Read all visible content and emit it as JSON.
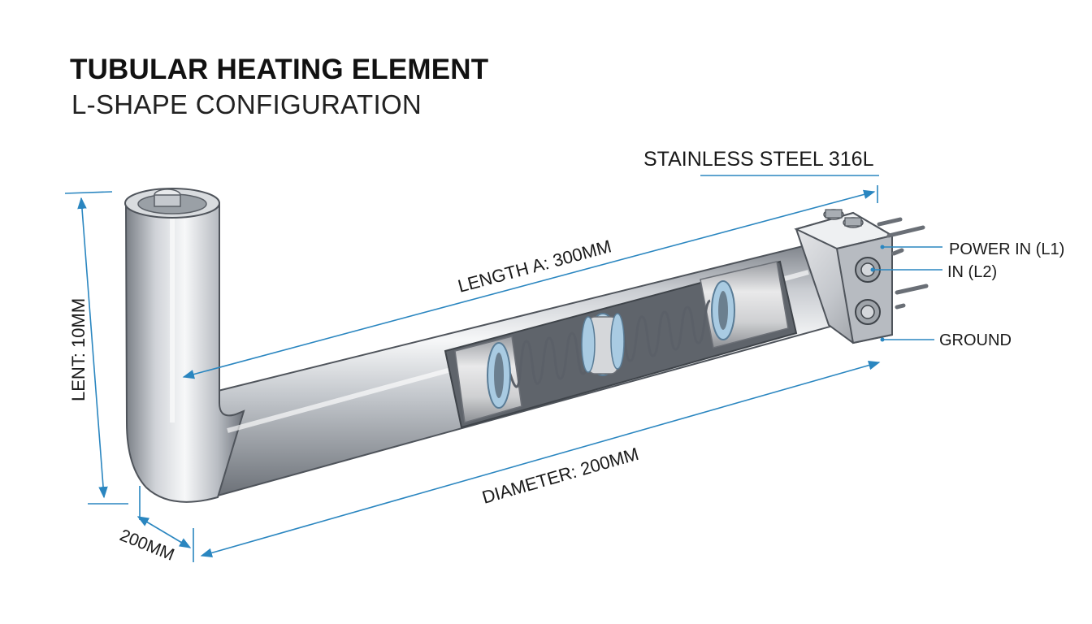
{
  "header": {
    "title": "TUBULAR HEATING ELEMENT",
    "subtitle": "L-SHAPE CONFIGURATION"
  },
  "labels": {
    "material": "STAINLESS STEEL 316L",
    "length_a": "LENGTH A: 300MM",
    "vertical": "LENT: 10MM",
    "diameter": "DIAMETER: 200MM",
    "base": "200MM",
    "power_l1": "POWER IN (L1)",
    "power_l2": "IN (L2)",
    "ground": "GROUND"
  },
  "colors": {
    "dimension_line": "#2a86c0",
    "steel_light": "#f2f3f5",
    "steel_mid": "#b9bdc3",
    "steel_dark": "#6e737a",
    "insulation": "#d8d8d8",
    "coil_ring": "#a9cbe2",
    "text": "#1a1a1a"
  }
}
